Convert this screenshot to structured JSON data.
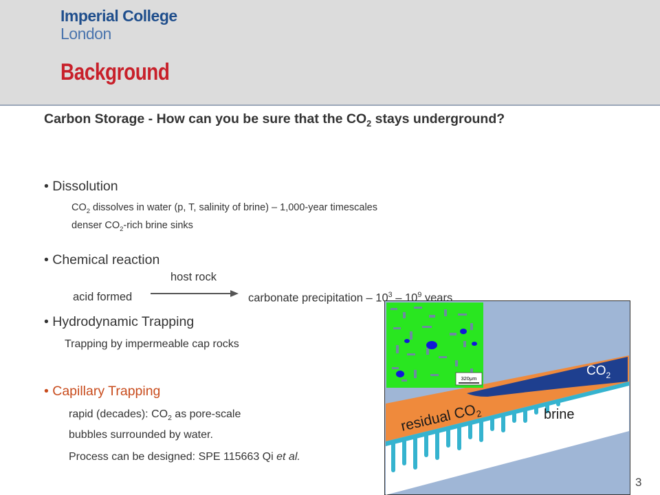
{
  "header": {
    "logo_line1": "Imperial College",
    "logo_line2": "London",
    "title": "Background"
  },
  "question": {
    "part1": "Carbon Storage - How can you be sure that the CO",
    "sub": "2",
    "part2": " stays underground?"
  },
  "dissolution": {
    "heading": "• Dissolution",
    "line1_pre": "CO",
    "line1_sub": "2",
    "line1_post": " dissolves in water (p, T, salinity of brine) – 1,000-year timescales",
    "line2_pre": "denser CO",
    "line2_sub": "2",
    "line2_post": "-rich brine sinks"
  },
  "chemical": {
    "heading": "• Chemical reaction",
    "arrow_label": "host rock",
    "left": "acid formed",
    "right_pre": "carbonate precipitation – 10",
    "right_sup1": "3",
    "right_mid": " – 10",
    "right_sup2": "9",
    "right_post": " years"
  },
  "hydro": {
    "heading": "• Hydrodynamic Trapping",
    "line1": "Trapping by impermeable cap rocks"
  },
  "capillary": {
    "heading": "• Capillary Trapping",
    "line1_pre": "rapid (decades): CO",
    "line1_sub": "2",
    "line1_post": "  as pore-scale",
    "line2": "bubbles surrounded by water.",
    "line3_pre": "Process can be designed: SPE 115663 Qi ",
    "line3_italic": "et al.",
    "line3_post": ""
  },
  "figure": {
    "co2_label": "CO",
    "co2_sub": "2",
    "residual_label": "residual CO",
    "residual_sub": "2",
    "brine_label": "brine",
    "scale_label": "320μm"
  },
  "page_number": "3",
  "colors": {
    "title_red": "#c8202a",
    "logo_blue": "#1f4e8c",
    "capillary_orange": "#c84b1c",
    "rock_blue": "#9fb6d6",
    "co2_dark": "#1e3f8f",
    "residual_orange": "#ef8a3c",
    "brine_cyan": "#35b3cf",
    "pore_green": "#29e620"
  }
}
